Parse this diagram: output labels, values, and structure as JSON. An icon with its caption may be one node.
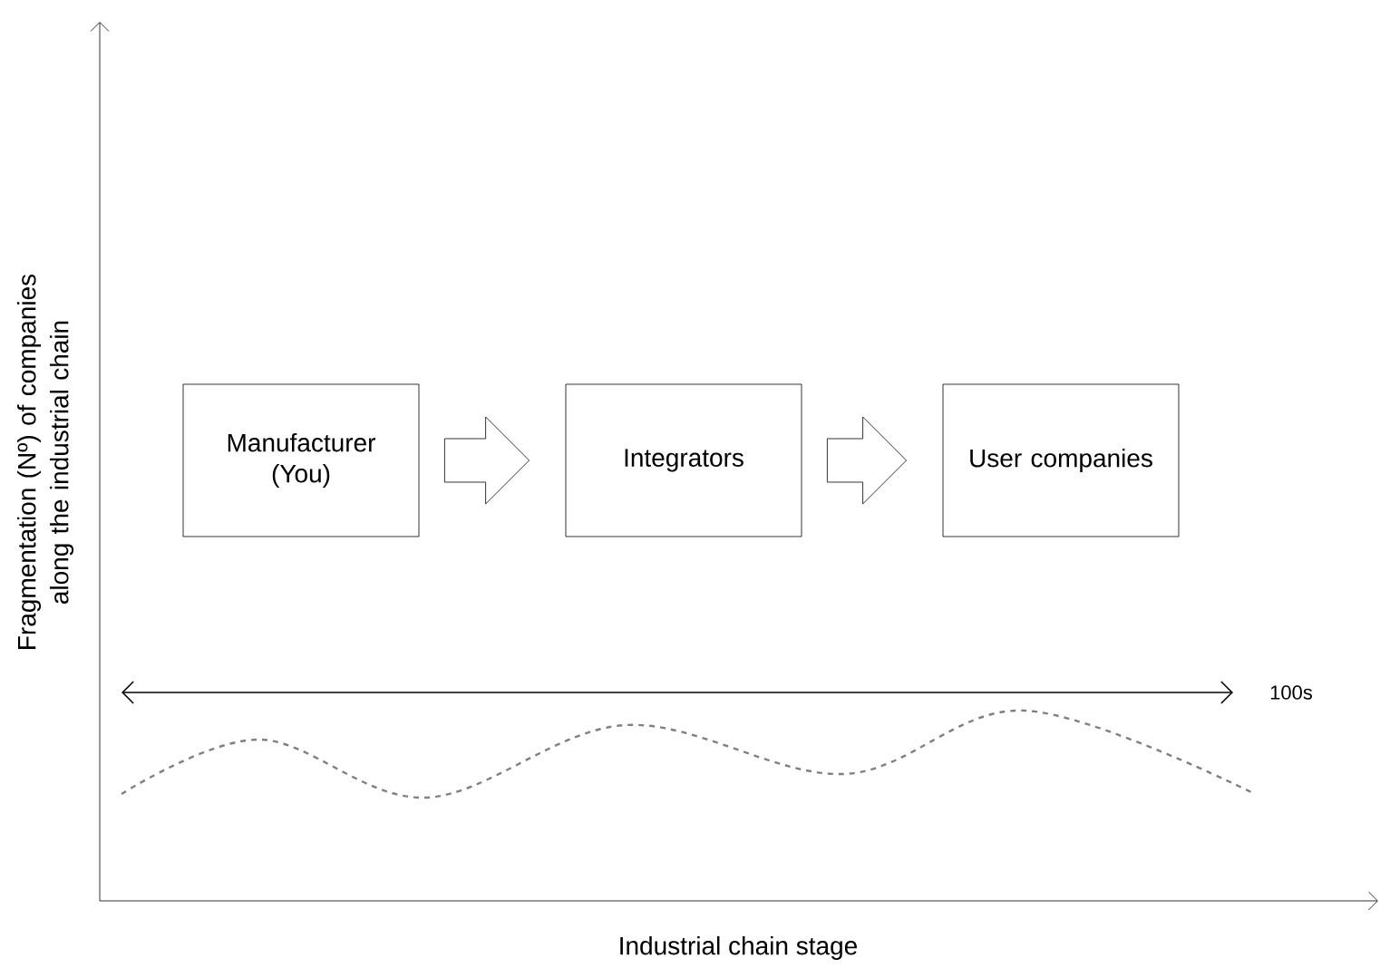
{
  "diagram": {
    "nodes": [
      {
        "text": [
          "Manufacturer (You)"
        ]
      },
      {
        "text": [
          "Integrators"
        ]
      },
      {
        "text": [
          "User companies"
        ]
      }
    ],
    "edges": [
      {
        "from": 0,
        "to": 1,
        "arrow": "to"
      },
      {
        "from": 1,
        "to": 2,
        "arrow": "to"
      }
    ],
    "labels": [
      "Fragmentation (Nº) of companies along the industrial chain",
      "100s",
      "Industrial chain stage"
    ]
  }
}
